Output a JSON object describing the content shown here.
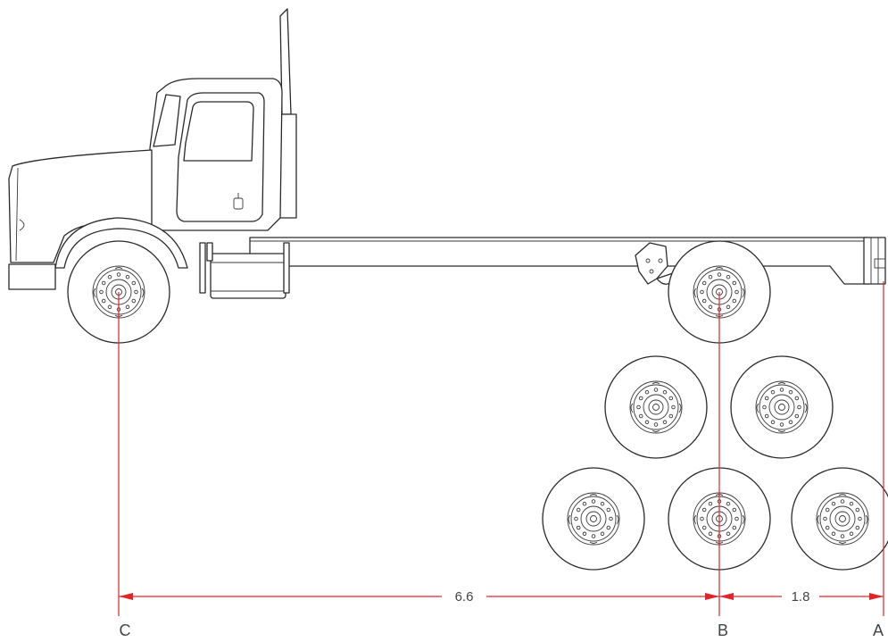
{
  "dimensions": {
    "c_to_b": "6.6",
    "b_to_a": "1.8"
  },
  "points": {
    "c": "C",
    "b": "B",
    "a": "A"
  },
  "colors": {
    "dimension_line": "#e0252a",
    "outline": "#2a2a2a",
    "background": "#ffffff"
  }
}
